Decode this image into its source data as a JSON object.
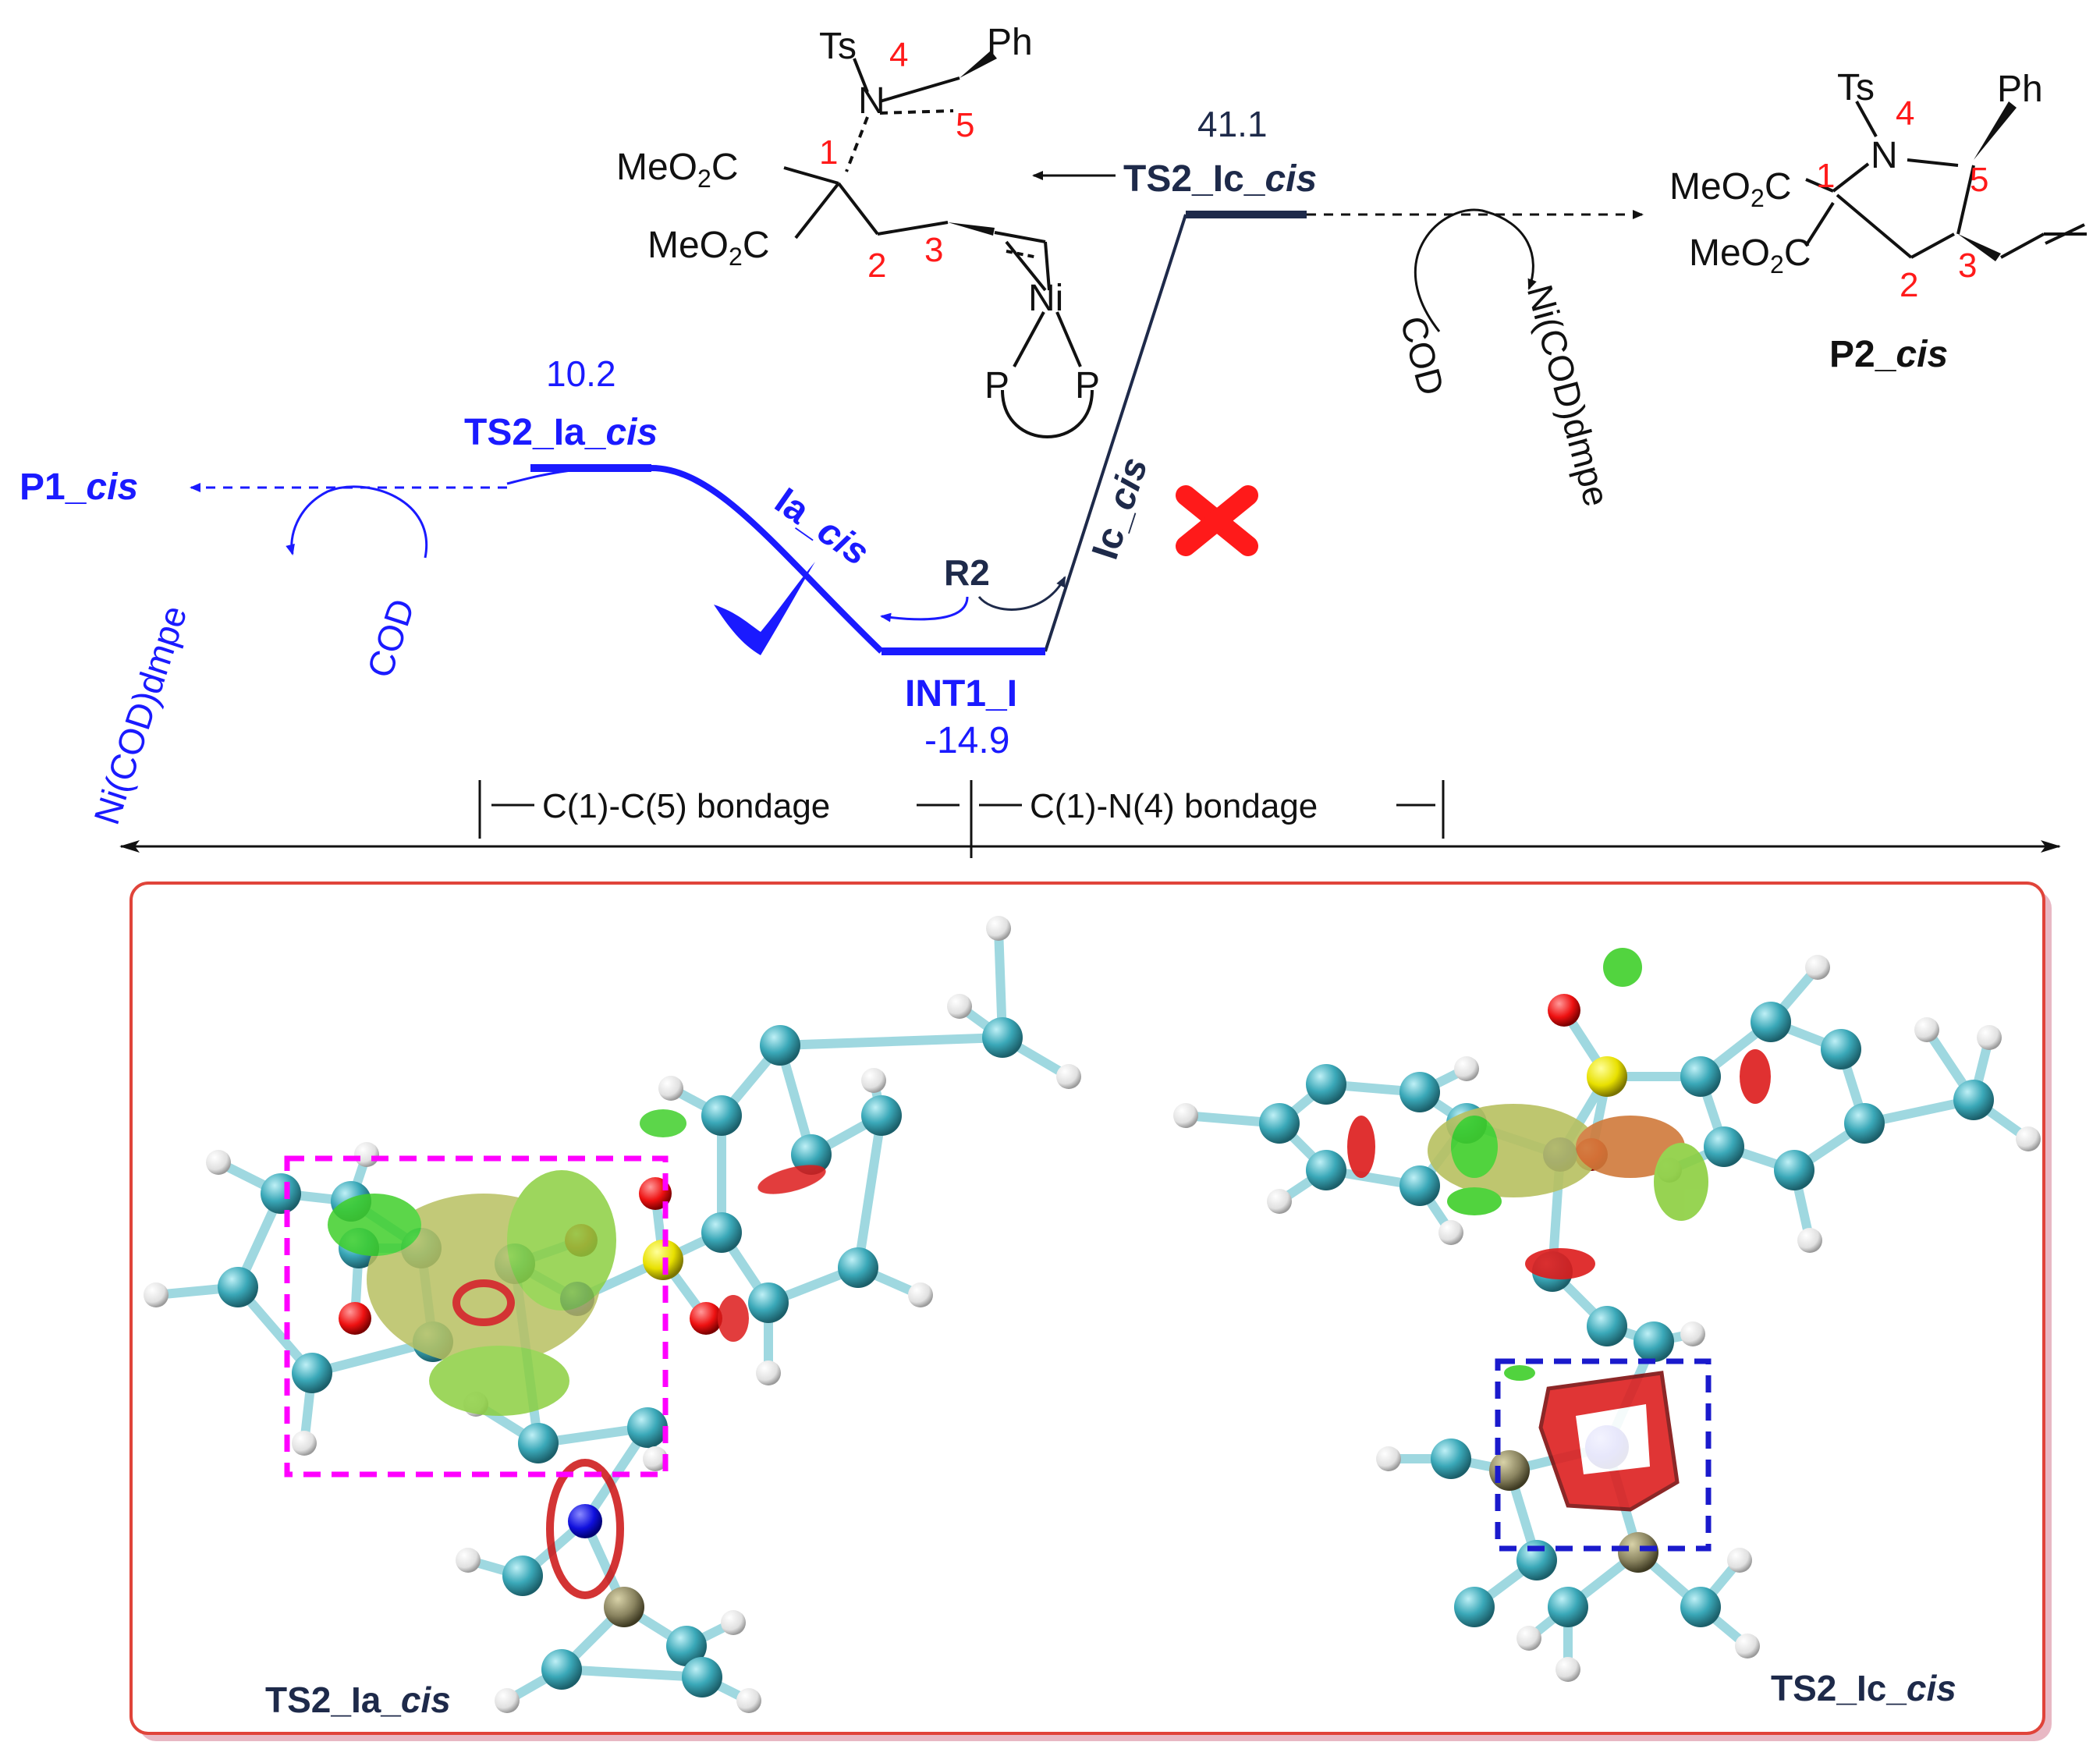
{
  "energy_profile": {
    "TS2_Ia": {
      "name_main": "TS2_Ia_",
      "name_ital": "cis",
      "energy": "10.2"
    },
    "TS2_Ic": {
      "name_main": "TS2_Ic_",
      "name_ital": "cis",
      "energy": "41.1"
    },
    "INT1": {
      "name": "INT1_I",
      "energy": "-14.9"
    },
    "path_Ia": {
      "main": "Ia_",
      "ital": "cis"
    },
    "path_Ic": {
      "main": "Ic_",
      "ital": "cis"
    },
    "P1": {
      "main": "P1_",
      "ital": "cis"
    },
    "P2": {
      "main": "P2_",
      "ital": "cis"
    },
    "reagent": "R2",
    "cod_left": "COD",
    "nicod_left": "Ni(COD)dmpe",
    "cod_right": "COD",
    "nicod_right": "Ni(COD)dmpe",
    "axis_seg1": "C(1)-C(5) bondage",
    "axis_seg2": "C(1)-N(4) bondage"
  },
  "structure_tsic": {
    "ts": "Ts",
    "n": "N",
    "ph": "Ph",
    "ni": "Ni",
    "p1": "P",
    "p2": "P",
    "meo2c": "MeO2C",
    "n1": "1",
    "n2": "2",
    "n3": "3",
    "n4": "4",
    "n5": "5"
  },
  "structure_p2": {
    "ts": "Ts",
    "n": "N",
    "ph": "Ph",
    "meo2c": "MeO2C",
    "n1": "1",
    "n2": "2",
    "n3": "3",
    "n4": "4",
    "n5": "5"
  },
  "panel": {
    "left_label_main": "TS2_Ia_",
    "left_label_ital": "cis",
    "right_label_main": "TS2_Ic_",
    "right_label_ital": "cis"
  },
  "colors": {
    "navy": "#1e2a4a",
    "blue": "#1a1aff",
    "red": "#ff1a1a",
    "magenta": "#ff00ff",
    "carbon": "#3aa8b8",
    "hydrogen": "#e8e8e8",
    "oxygen": "#ee1111",
    "sulfur": "#e8e000",
    "nitrogen": "#1010dd",
    "phosphorus": "#8a8460",
    "nickel": "#1010dd",
    "frame": "#e0443a"
  }
}
